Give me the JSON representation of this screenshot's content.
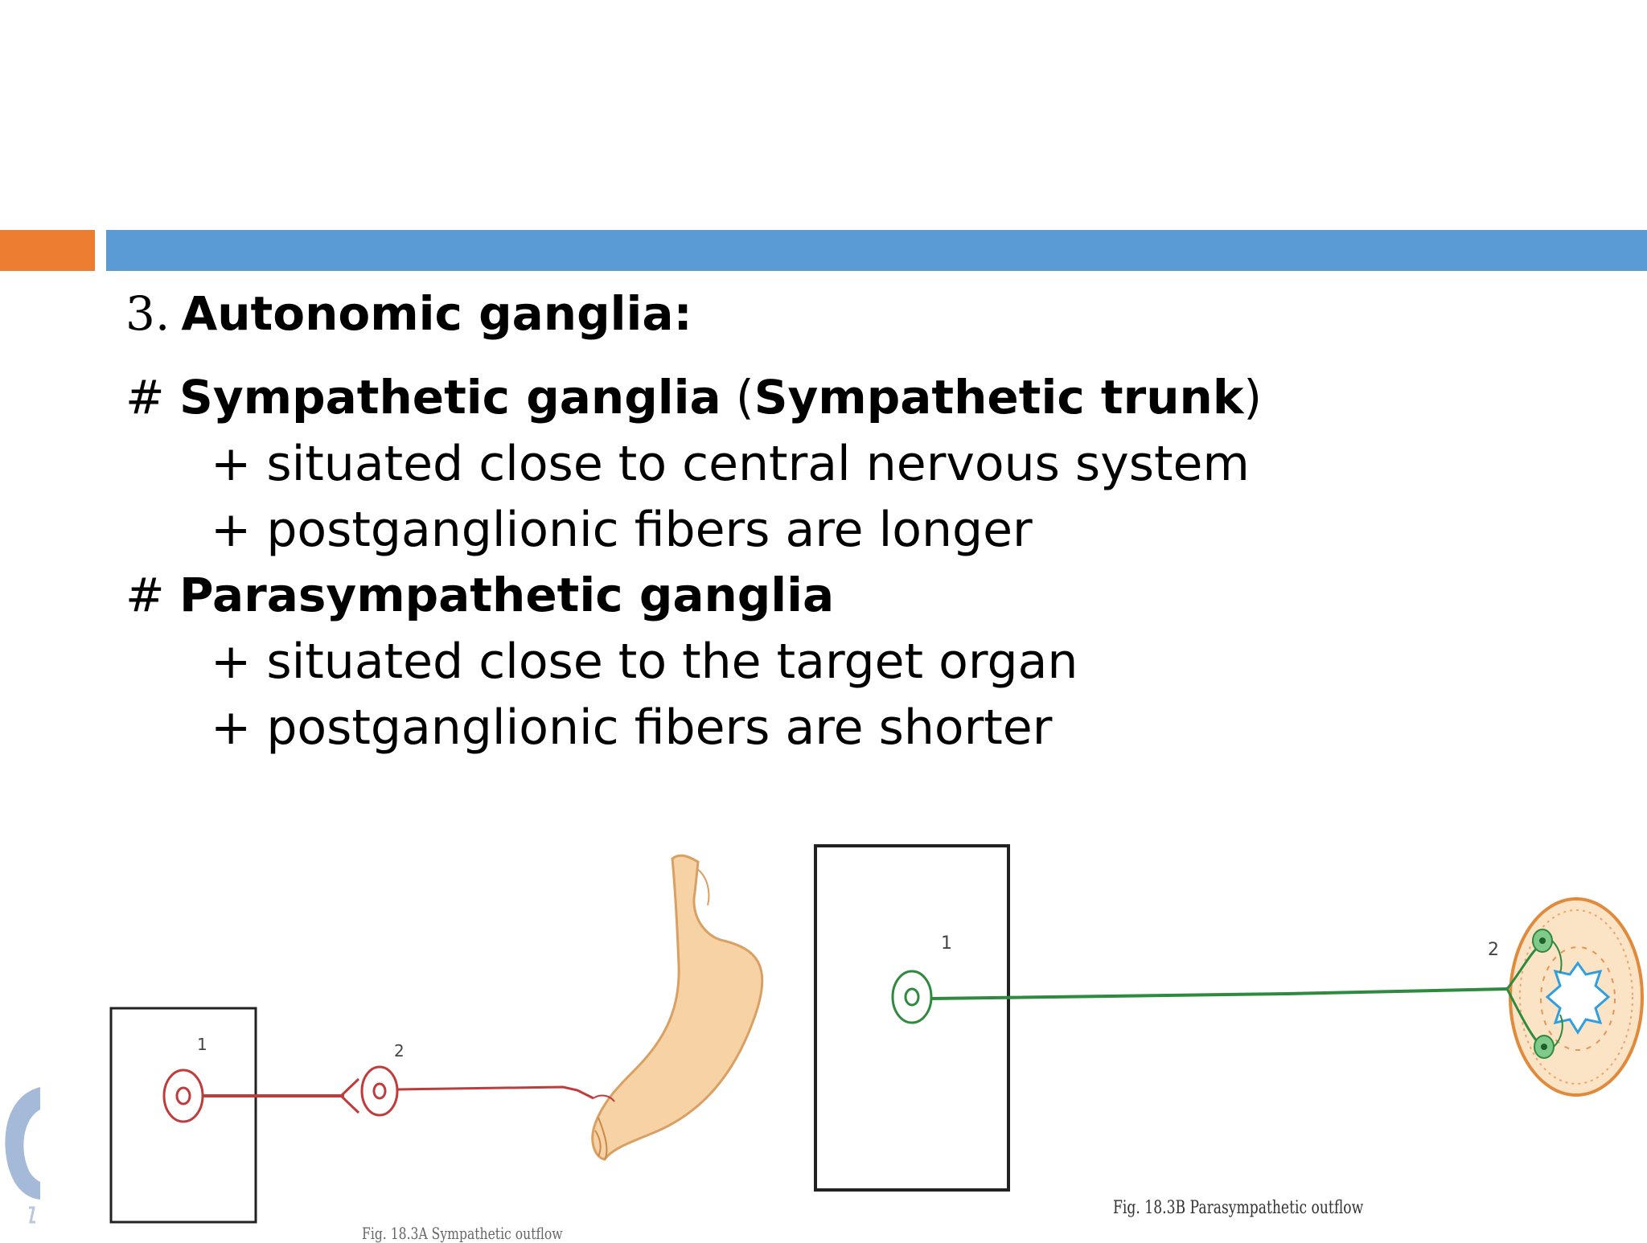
{
  "slide": {
    "heading_number": "3.",
    "heading_text": "Autonomic ganglia:",
    "sympathetic": {
      "prefix": "# ",
      "title": "Sympathetic ganglia",
      "paren_open": " (",
      "subtitle": "Sympathetic trunk",
      "paren_close": ")",
      "items": [
        "+ situated close to central nervous system",
        "+ postganglionic fibers are longer"
      ]
    },
    "parasympathetic": {
      "prefix": "# ",
      "title": "Parasympathetic ganglia",
      "items": [
        "+ situated close to the target organ",
        "+ postganglionic fibers are shorter"
      ]
    }
  },
  "figure": {
    "left_labels": [
      "1",
      "2"
    ],
    "right_labels": [
      "1",
      "2"
    ],
    "caption_right": "Fig. 18.3B Parasympathetic outflow",
    "caption_left": "Fig. 18.3A Sympathetic outflow",
    "colors": {
      "sympathetic": "#c23b3b",
      "parasympathetic": "#2e8a3e",
      "organ_fill": "#f6d2a4",
      "organ_stroke": "#d9a063",
      "lumen": "#2f9fe0"
    }
  },
  "colors": {
    "accent_orange": "#ed7d31",
    "accent_blue": "#5b9bd5"
  }
}
